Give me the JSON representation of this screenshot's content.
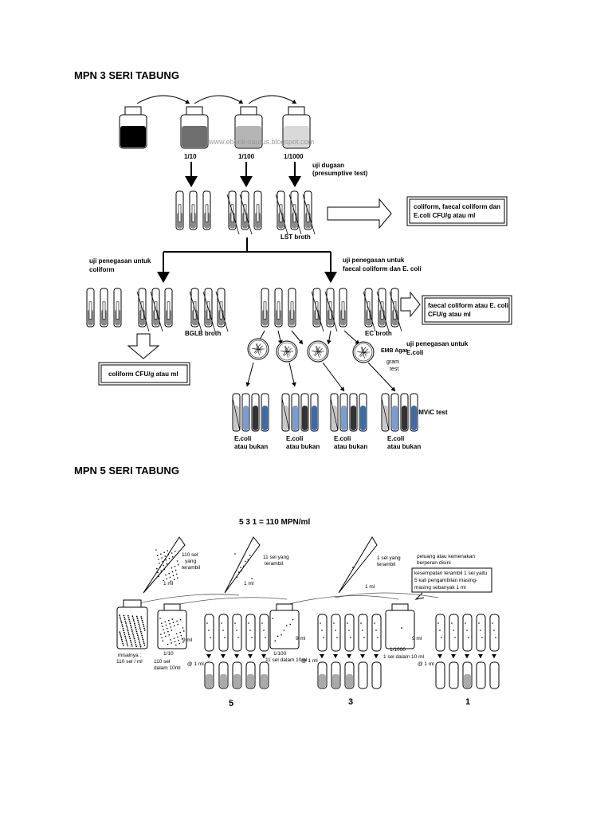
{
  "section1": {
    "title": "MPN 3 SERI TABUNG",
    "watermark": "www.ebook-saurus.blogspot.com",
    "dilutions": [
      "1/10",
      "1/100",
      "1/1000"
    ],
    "presumptive": [
      "uji dugaan",
      "(presumptive test)"
    ],
    "lst_broth": "LST broth",
    "result_box_top": [
      "coliform, faecal coliform dan",
      "E.coli CFU/g atau ml"
    ],
    "confirm_coliform": [
      "uji penegasan untuk",
      "coliform"
    ],
    "confirm_faecal": [
      "uji penegasan untuk",
      "faecal coliform dan E. coli"
    ],
    "bglb_broth": "BGLB broth",
    "ec_broth": "EC broth",
    "result_box_faecal": [
      "faecal coliform atau E. coli",
      "CFU/g atau ml"
    ],
    "result_box_coliform": "coliform CFU/g atau ml",
    "emb_label": [
      "EMB Agar",
      "gram",
      "test"
    ],
    "confirm_ecoli": [
      "uji penegasan untuk",
      "E.coli"
    ],
    "imvic": "IMViC test",
    "ecoli_labels": [
      [
        "E.coli",
        "atau bukan"
      ],
      [
        "E.coli",
        "atau bukan"
      ],
      [
        "E.coli",
        "atau bukan"
      ],
      [
        "E.coli",
        "atau bukan"
      ]
    ]
  },
  "section2": {
    "title": "MPN 5 SERI TABUNG",
    "formula": "5   3   1  =  110 MPN/ml",
    "pipette1": [
      "110 sel",
      "yang",
      "terambil"
    ],
    "pipette2": [
      "11 sel yang",
      "terambil"
    ],
    "pipette3": [
      "1 sel yang",
      "terambil"
    ],
    "note1": [
      "peluang atau kemenakan",
      "berperan disini"
    ],
    "note2": [
      "kesempatan terambil 1 sel yaitu",
      "5 kali pengambilan masing-",
      "masing sebanyak 1 ml"
    ],
    "one_ml": "1 ml",
    "nine_ml": "9 ml",
    "at_one_ml": "@ 1 ml",
    "bottle0": [
      "misalnya :",
      "110 sel / ml"
    ],
    "bottle1": [
      "1/10",
      "110 sel",
      "dalam 10ml"
    ],
    "bottle2": [
      "1/100",
      "11 sel dalam 10ml"
    ],
    "bottle3": [
      "1/1000",
      "1 sel dalam 10 ml"
    ],
    "counts": [
      "5",
      "3",
      "1"
    ]
  }
}
